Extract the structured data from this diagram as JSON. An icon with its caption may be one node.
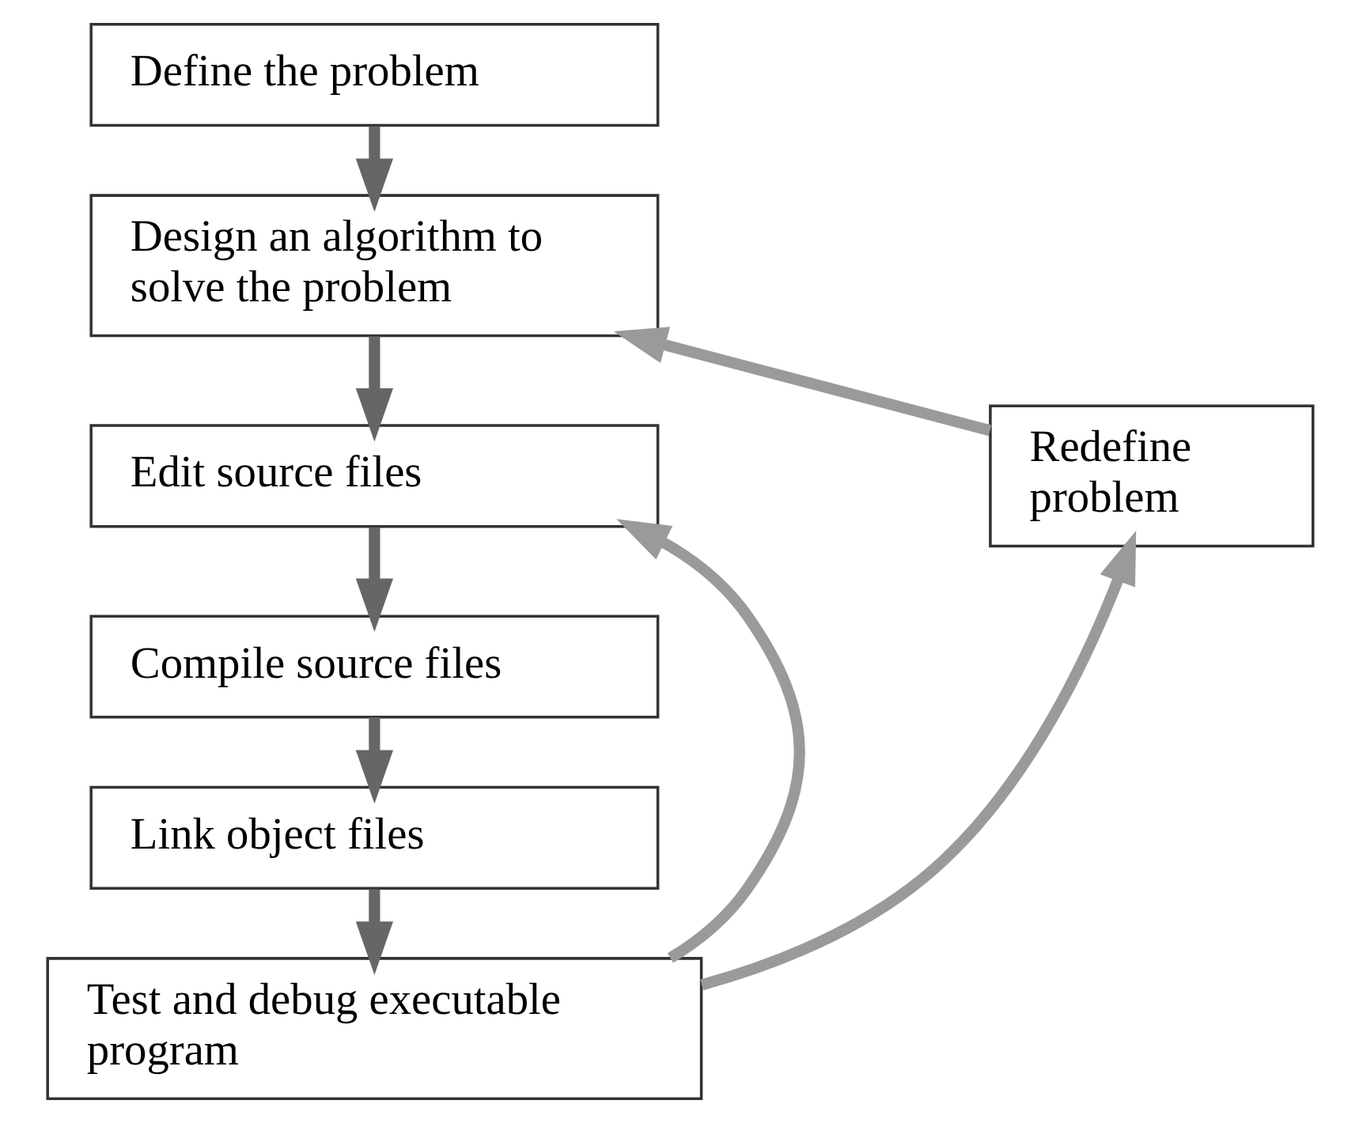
{
  "diagram": {
    "nodes": [
      {
        "text": [
          "Define the problem"
        ]
      },
      {
        "text": [
          "Design an algorithm to solve the problem"
        ]
      },
      {
        "text": [
          "Edit source files"
        ]
      },
      {
        "text": [
          "Compile source files"
        ]
      },
      {
        "text": [
          "Link object files"
        ]
      },
      {
        "text": [
          "Test and debug executable program"
        ]
      },
      {
        "text": [
          "Redefine problem"
        ]
      }
    ],
    "edges": [
      {
        "from": 0,
        "to": 1,
        "arrow": "to"
      },
      {
        "from": 1,
        "to": 2,
        "arrow": "to"
      },
      {
        "from": 2,
        "to": 3,
        "arrow": "to"
      },
      {
        "from": 3,
        "to": 4,
        "arrow": "to"
      },
      {
        "from": 4,
        "to": 5,
        "arrow": "to"
      },
      {
        "from": 5,
        "to": 6,
        "arrow": "to",
        "color": "#9a9a9a"
      },
      {
        "from": 5,
        "to": 2,
        "arrow": "to",
        "color": "#9a9a9a"
      },
      {
        "from": 6,
        "to": 1,
        "arrow": "to",
        "color": "#9a9a9a"
      }
    ]
  }
}
